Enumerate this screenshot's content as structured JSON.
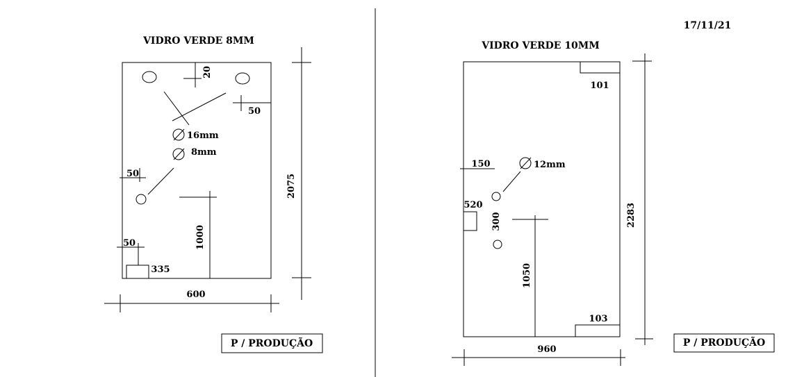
{
  "date": "17/11/21",
  "left_panel": {
    "title": "VIDRO VERDE 8MM",
    "dims": {
      "top_margin": "20",
      "right_hole_offset": "50",
      "hole_large": "16mm",
      "hole_small": "8mm",
      "left_hole_offset": "50",
      "vertical_1000": "1000",
      "bottom_left_offset": "50",
      "notch": "335",
      "height": "2075",
      "width": "600"
    },
    "stamp": "P / PRODUÇÃO"
  },
  "right_panel": {
    "title": "VIDRO VERDE 10MM",
    "dims": {
      "top_notch": "101",
      "left_offset": "150",
      "hole": "12mm",
      "notch_left": "520",
      "hole_spacing": "300",
      "vertical_1050": "1050",
      "bottom_notch": "103",
      "height": "2283",
      "width": "960"
    },
    "stamp": "P / PRODUÇÃO"
  }
}
